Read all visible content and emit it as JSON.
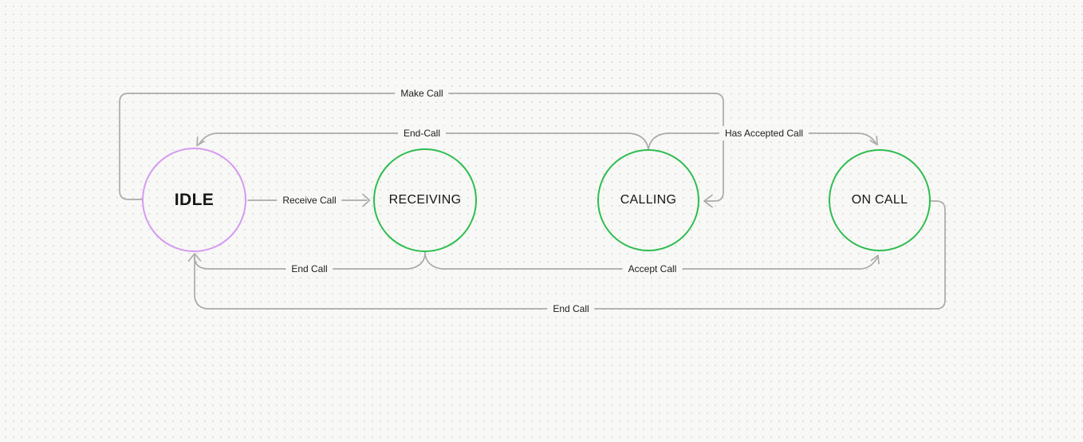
{
  "canvas": {
    "background_color": "#f8f8f6",
    "dot_color": "#dbdbd8",
    "edge_color": "#ababab",
    "label_text_color": "#1c1c1c",
    "node_text_color": "#161616",
    "purple_stroke": "#d59bf2",
    "green_stroke": "#2ebd4f"
  },
  "nodes": [
    {
      "id": "idle",
      "label": "IDLE",
      "border_color": "#d59bf2"
    },
    {
      "id": "receiving",
      "label": "RECEIVING",
      "border_color": "#2ebd4f"
    },
    {
      "id": "calling",
      "label": "CALLING",
      "border_color": "#2ebd4f"
    },
    {
      "id": "on-call",
      "label": "ON CALL",
      "border_color": "#2ebd4f"
    }
  ],
  "edges": [
    {
      "id": "make-call",
      "label": "Make Call",
      "from": "IDLE",
      "to": "CALLING"
    },
    {
      "id": "end-call-calling",
      "label": "End-Call",
      "from": "CALLING",
      "to": "IDLE"
    },
    {
      "id": "has-accepted-call",
      "label": "Has Accepted Call",
      "from": "CALLING",
      "to": "ON CALL"
    },
    {
      "id": "receive-call",
      "label": "Receive Call",
      "from": "IDLE",
      "to": "RECEIVING"
    },
    {
      "id": "end-call-receiving",
      "label": "End Call",
      "from": "RECEIVING",
      "to": "IDLE"
    },
    {
      "id": "accept-call",
      "label": "Accept Call",
      "from": "RECEIVING",
      "to": "ON CALL"
    },
    {
      "id": "end-call-on-call",
      "label": "End Call",
      "from": "ON CALL",
      "to": "IDLE"
    }
  ]
}
